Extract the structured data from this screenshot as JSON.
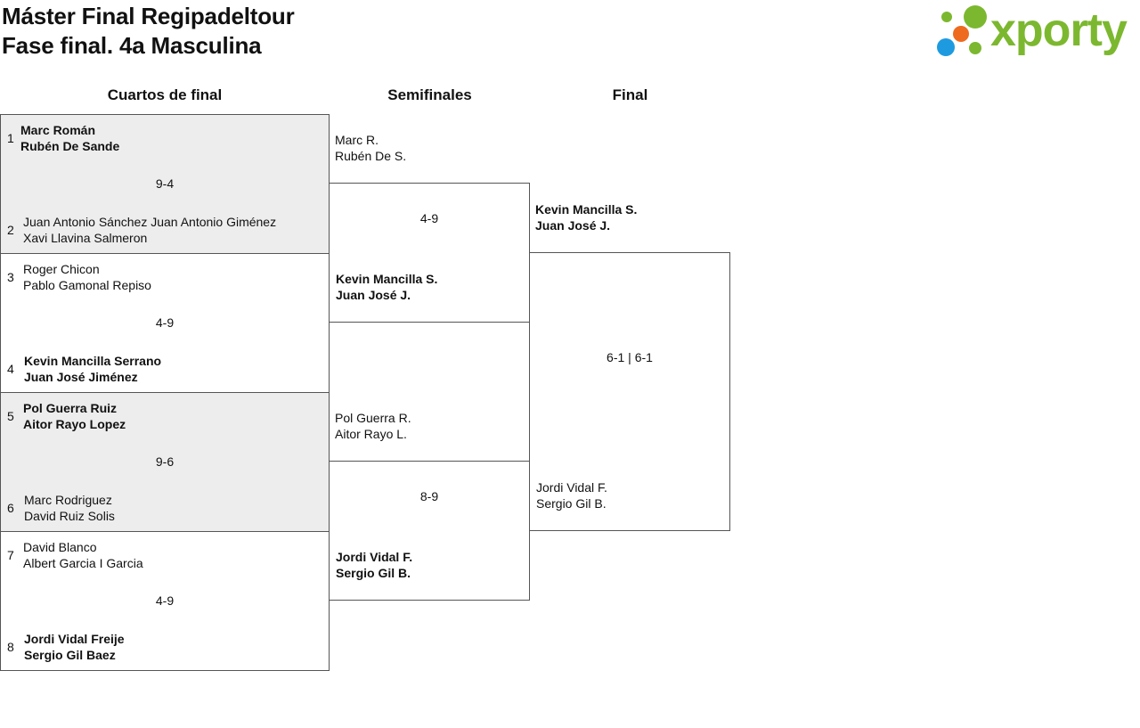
{
  "header": {
    "title_line1": "Máster Final Regipadeltour",
    "title_line2": "Fase final. 4a Masculina"
  },
  "logo": {
    "text": "xporty",
    "colors": {
      "green": "#7cb82f",
      "blue": "#1e9be0",
      "orange": "#ee6a1f"
    }
  },
  "rounds": {
    "quarters": "Cuartos de final",
    "semis": "Semifinales",
    "final": "Final"
  },
  "quarterfinals": [
    {
      "team_a": {
        "seed": "1",
        "p1": "Marc Román",
        "p2": "Rubén De Sande"
      },
      "score": "9-4",
      "team_b": {
        "seed": "2",
        "p1": "Juan Antonio Sánchez Juan Antonio Giménez",
        "p2": "Xavi Llavina Salmeron"
      },
      "winner": "a"
    },
    {
      "team_a": {
        "seed": "3",
        "p1": "Roger Chicon",
        "p2": "Pablo Gamonal Repiso"
      },
      "score": "4-9",
      "team_b": {
        "seed": "4",
        "p1": "Kevin Mancilla Serrano",
        "p2": "Juan José Jiménez"
      },
      "winner": "b"
    },
    {
      "team_a": {
        "seed": "5",
        "p1": "Pol Guerra Ruiz",
        "p2": "Aitor Rayo Lopez"
      },
      "score": "9-6",
      "team_b": {
        "seed": "6",
        "p1": "Marc Rodriguez",
        "p2": "David Ruiz Solis"
      },
      "winner": "a"
    },
    {
      "team_a": {
        "seed": "7",
        "p1": "David Blanco",
        "p2": "Albert Garcia I Garcia"
      },
      "score": "4-9",
      "team_b": {
        "seed": "8",
        "p1": "Jordi Vidal Freije",
        "p2": "Sergio Gil Baez"
      },
      "winner": "b"
    }
  ],
  "semifinals": [
    {
      "team_a": {
        "p1": "Marc R.",
        "p2": "Rubén De S."
      },
      "score": "4-9",
      "team_b": {
        "p1": "Kevin Mancilla S.",
        "p2": "Juan José J."
      },
      "winner": "b"
    },
    {
      "team_a": {
        "p1": "Pol Guerra R.",
        "p2": "Aitor Rayo L."
      },
      "score": "8-9",
      "team_b": {
        "p1": "Jordi Vidal F.",
        "p2": "Sergio Gil B."
      },
      "winner": "b"
    }
  ],
  "final": {
    "team_a": {
      "p1": "Kevin Mancilla S.",
      "p2": "Juan José J."
    },
    "score": "6-1 | 6-1",
    "team_b": {
      "p1": "Jordi Vidal F.",
      "p2": "Sergio Gil B."
    },
    "winner": "a"
  }
}
